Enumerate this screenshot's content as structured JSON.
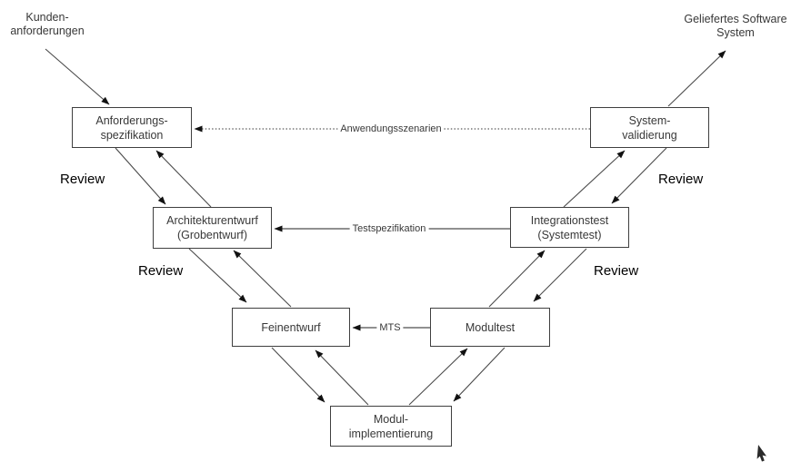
{
  "external_labels": {
    "customer_requirements": "Kunden-\nanforderungen",
    "delivered_software": "Geliefertes Software\nSystem"
  },
  "boxes": {
    "anforderungsspezifikation": "Anforderungs-\nspezifikation",
    "systemvalidierung": "System-\nvalidierung",
    "architekturentwurf": "Architekturentwurf\n(Grobentwurf)",
    "integrationstest": "Integrationstest\n(Systemtest)",
    "feinentwurf": "Feinentwurf",
    "modultest": "Modultest",
    "modulimplementierung": "Modul-\nimplementierung"
  },
  "edge_labels": {
    "anwendungsszenarien": "Anwendungsszenarien",
    "testspezifikation": "Testspezifikation",
    "mts": "MTS",
    "review": "Review"
  },
  "colors": {
    "line": "#4a4a4a",
    "arrowhead": "#111111",
    "box_border": "#3f3f3f",
    "text": "#383838",
    "background": "#ffffff"
  }
}
